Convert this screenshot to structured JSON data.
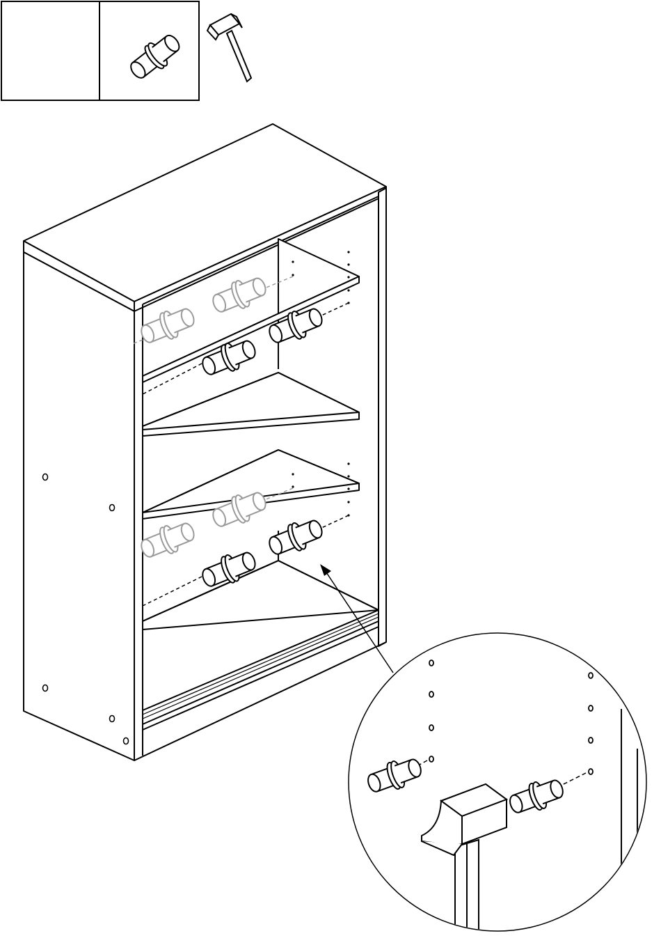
{
  "parts_box": {
    "quantity_text": "",
    "part_icon": "shelf-pin-icon",
    "tool_icon": "hammer-icon"
  },
  "main_view": {
    "subject": "bookcase-icon",
    "upper_shelf_pins": 4,
    "lower_shelf_pins": 4,
    "fixed_shelves": 2
  },
  "detail_view": {
    "callout": "magnified-detail-circle",
    "pins_shown": 2,
    "tool_icon": "hammer-icon"
  },
  "colors": {
    "line": "#000000",
    "ghost": "#9a9a9a",
    "fill": "#ffffff"
  }
}
